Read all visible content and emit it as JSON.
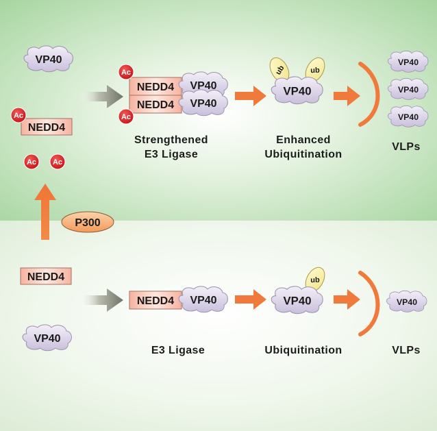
{
  "top_panel": {
    "vp40_free": "VP40",
    "nedd4_acetylated": "NEDD4",
    "ac_marker": "Ac",
    "complex_nedd4": "NEDD4",
    "complex_vp40": "VP40",
    "ub_vp40": "VP40",
    "ub_label": "ub",
    "vlp_vp40": "VP40",
    "stage1_line1": "Strengthened",
    "stage1_line2": "E3 Ligase",
    "stage2_line1": "Enhanced",
    "stage2_line2": "Ubiquitination",
    "stage3": "VLPs"
  },
  "p300": "P300",
  "bottom_panel": {
    "nedd4": "NEDD4",
    "vp40_free": "VP40",
    "complex_nedd4": "NEDD4",
    "complex_vp40": "VP40",
    "ub_vp40": "VP40",
    "ub_label": "ub",
    "vlp_vp40": "VP40",
    "stage1": "E3 Ligase",
    "stage2": "Ubiquitination",
    "stage3": "VLPs"
  },
  "colors": {
    "top_bg": "#a9d7a3",
    "bottom_bg": "#e4f1de",
    "vp40_fill": "#e0d9ec",
    "nedd4_fill": "#f4b9a8",
    "ac_fill": "#e3262a",
    "ub_fill": "#fbf3a6",
    "arrow": "#f07a3c",
    "p300_fill": "#f7b37c"
  }
}
